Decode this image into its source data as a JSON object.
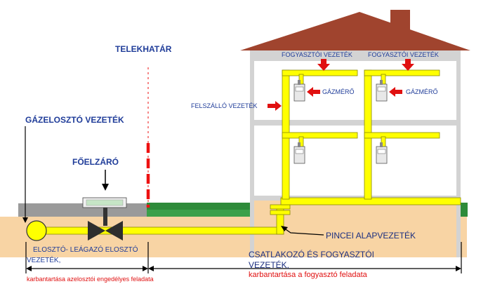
{
  "labels": {
    "telekhatar": "TELEKHATÁR",
    "gazeloszto": "GÁZELOSZTÓ VEZETÉK",
    "fozaro": "FŐELZÁRÓ",
    "fogyasztoi_1": "FOGYASZTÓI VEZETÉK",
    "fogyasztoi_2": "FOGYASZTÓI VEZETÉK",
    "gazmero_1": "GÁZMÉRŐ",
    "gazmero_2": "GÁZMÉRŐ",
    "felszallo": "FELSZÁLLÓ VEZETÉK",
    "pincei": "PINCEI ALAPVEZETÉK",
    "eloszto_line1": "ELOSZTÓ-  LEÁGAZÓ ELOSZTÓ",
    "eloszto_line2": "VEZETÉK,",
    "karbantartas_left": "karbantartása azelosztói engedélyes feladata",
    "csatlakozo_line1": "CSATLAKOZÓ ÉS FOGYASZTÓI",
    "csatlakozo_line2": "VEZETÉK,",
    "karbantartas_right": "karbantartása a fogyasztó feladata"
  },
  "colors": {
    "pipe": "#ffff00",
    "pipe_outline": "#8a8a00",
    "roof": "#a0442e",
    "soil": "#f8d4a4",
    "grass": "#2e8b3a",
    "pavement": "#9a9a9a",
    "arrow_red": "#e01010",
    "boundary_red": "#ee1111",
    "label_blue": "#1f3c99"
  }
}
